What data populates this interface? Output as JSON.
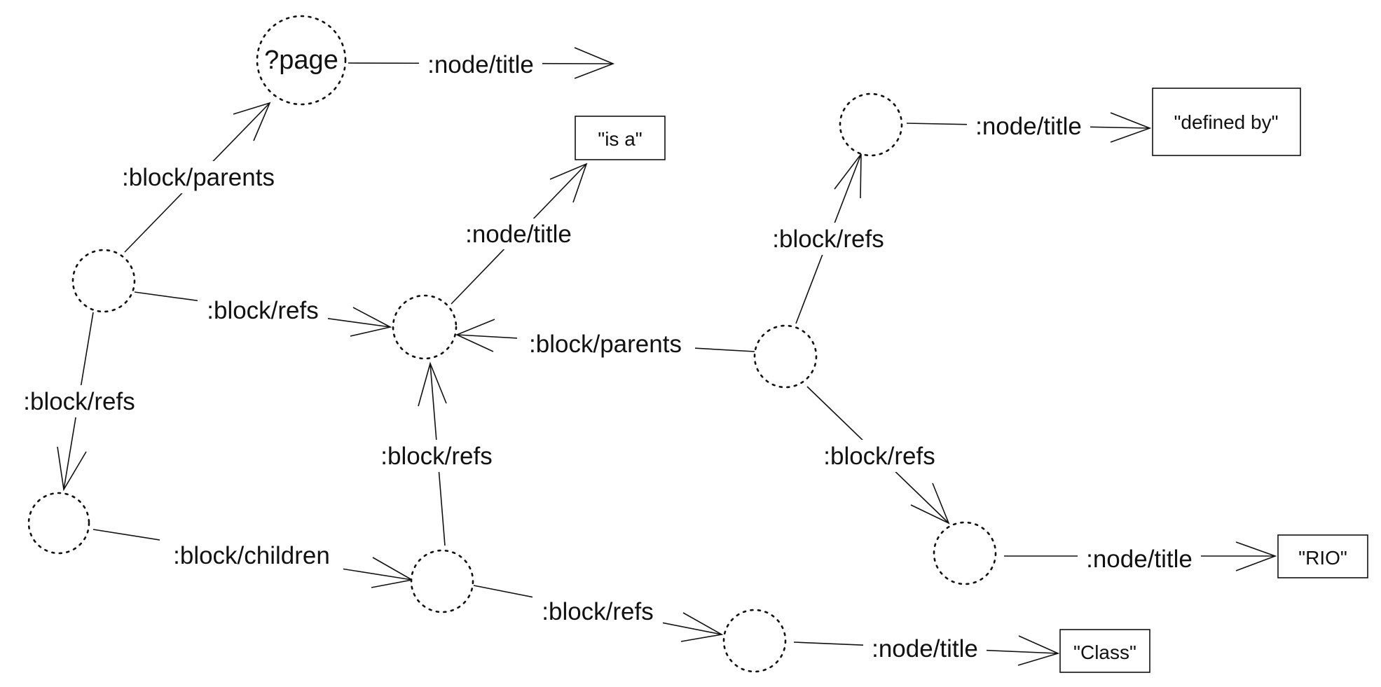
{
  "nodes": {
    "page": {
      "label": "?page"
    },
    "defined_by": {
      "label": "\"defined by\""
    },
    "is_a": {
      "label": "\"is a\""
    },
    "rio": {
      "label": "\"RIO\""
    },
    "class": {
      "label": "\"Class\""
    }
  },
  "edges": {
    "page_title": ":node/title",
    "block_parents_to_page": ":block/parents",
    "isa_title": ":node/title",
    "defined_title": ":node/title",
    "right_refs_up": ":block/refs",
    "left_refs_center": ":block/refs",
    "parents_to_center": ":block/parents",
    "left_refs_down": ":block/refs",
    "lower_refs_up": ":block/refs",
    "right_refs_down": ":block/refs",
    "children": ":block/children",
    "rio_title": ":node/title",
    "lower_refs_class": ":block/refs",
    "class_title": ":node/title"
  }
}
